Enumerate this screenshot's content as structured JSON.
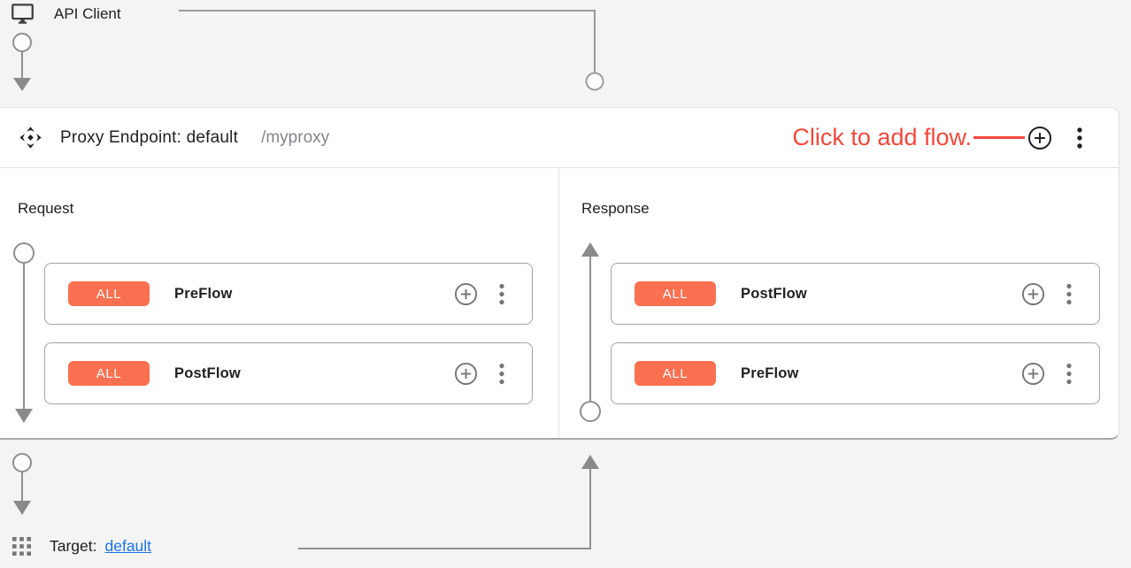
{
  "api_client": {
    "label": "API Client",
    "icon": "desktop-monitor-icon"
  },
  "proxy_endpoint": {
    "icon": "open-with-endpoint-icon",
    "title": "Proxy Endpoint: default",
    "basepath": "/myproxy",
    "annotation": "Click to add flow.",
    "header_actions": {
      "add_flow": "add-circle-icon",
      "menu": "kebab-menu-icon"
    },
    "request": {
      "label": "Request",
      "flows": [
        {
          "badge": "ALL",
          "name": "PreFlow"
        },
        {
          "badge": "ALL",
          "name": "PostFlow"
        }
      ]
    },
    "response": {
      "label": "Response",
      "flows": [
        {
          "badge": "ALL",
          "name": "PostFlow"
        },
        {
          "badge": "ALL",
          "name": "PreFlow"
        }
      ]
    }
  },
  "target": {
    "label": "Target:",
    "link_text": "default",
    "icon": "grid-icon"
  },
  "colors": {
    "badge_orange": "#fa7050",
    "annotation_red": "#f4483c",
    "link_blue": "#1a73e8",
    "connector_gray": "#8f8f8f",
    "card_bg": "#ffffff",
    "page_bg": "#f4f4f4"
  }
}
